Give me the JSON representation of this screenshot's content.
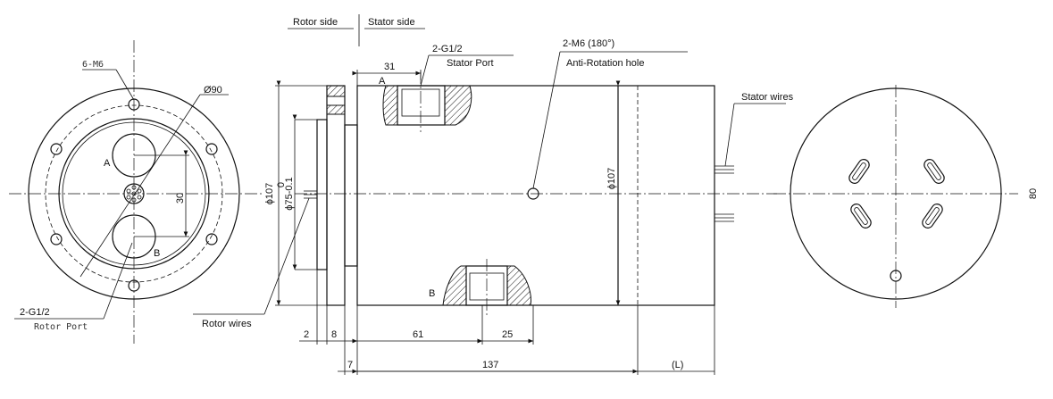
{
  "section_labels": {
    "rotor_side": "Rotor side",
    "stator_side": "Stator side"
  },
  "front_view": {
    "bolt_holes": "6-M6",
    "pitch_diameter": "Ø90",
    "port_a": "A",
    "port_b": "B",
    "port_spacing": "30",
    "rotor_port_thread": "2-G1/2",
    "rotor_port_label": "Rotor Port"
  },
  "side_view": {
    "stator_port_thread": "2-G1/2",
    "stator_port_label": "Stator Port",
    "port_offset": "31",
    "port_a": "A",
    "port_b": "B",
    "anti_rotation_thread": "2-M6 (180°)",
    "anti_rotation_label": "Anti-Rotation hole",
    "flange_diameter": "ϕ107",
    "flange_tolerance": "0",
    "shaft_diameter": "ϕ75-0.1",
    "body_diameter": "ϕ107",
    "rotor_wires": "Rotor wires",
    "stator_wires": "Stator wires",
    "dim_2": "2",
    "dim_8": "8",
    "dim_7": "7",
    "dim_61": "61",
    "dim_25": "25",
    "dim_137": "137",
    "dim_L": "(L)"
  },
  "end_view": {
    "height_dim": "80"
  }
}
